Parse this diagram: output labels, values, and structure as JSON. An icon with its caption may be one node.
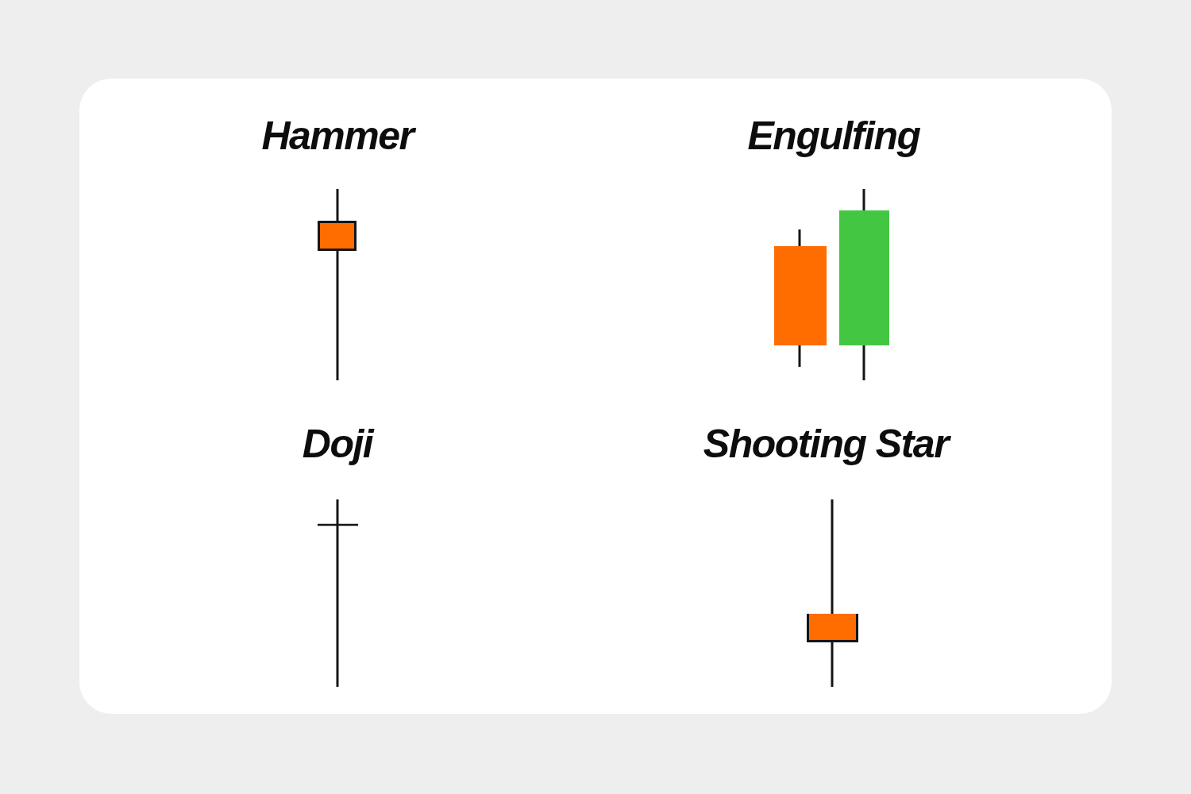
{
  "diagram": {
    "labels": [
      "Hammer",
      "Engulfing",
      "Doji",
      "Shooting Star"
    ]
  }
}
